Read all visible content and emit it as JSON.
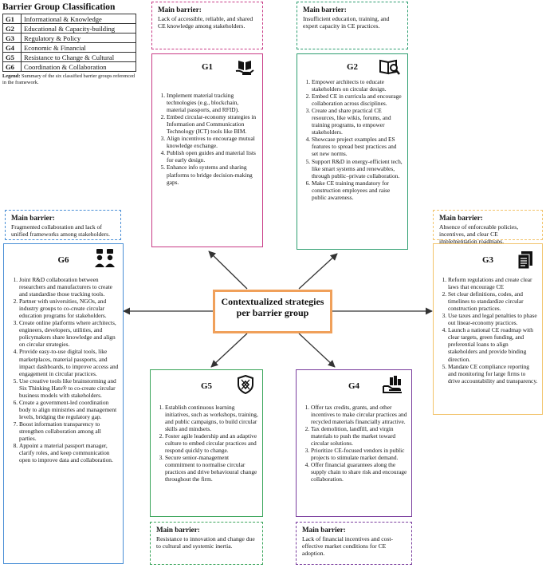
{
  "legend": {
    "title": "Barrier Group Classification",
    "rows": [
      {
        "code": "G1",
        "name": "Informational & Knowledge"
      },
      {
        "code": "G2",
        "name": "Educational & Capacity-building"
      },
      {
        "code": "G3",
        "name": "Regulatory & Policy"
      },
      {
        "code": "G4",
        "name": "Economic & Financial"
      },
      {
        "code": "G5",
        "name": "Resistance to Change & Cultural"
      },
      {
        "code": "G6",
        "name": "Coordination & Collaboration"
      }
    ],
    "caption_label": "Legend:",
    "caption_text": " Summary of the six classified barrier groups referenced in the framework."
  },
  "center": {
    "label": "Contextualized strategies per barrier group"
  },
  "barrier_heading": "Main barrier:",
  "barriers": {
    "g1": "Lack of accessible, reliable, and shared CE knowledge among stakeholders.",
    "g2": "Insufficient education, training, and expert capacity in CE practices.",
    "g3": "Absence of enforceable policies, incentives, and clear CE implementation roadmaps.",
    "g4": "Lack of financial incentives and cost-effective market conditions for CE adoption.",
    "g5": "Resistance to innovation and change due to cultural and systemic inertia.",
    "g6": "Fragmented collaboration and lack of unified frameworks among stakeholders."
  },
  "groups": {
    "g1": {
      "code": "G1",
      "icon": "book-hand-icon",
      "items": [
        "Implement material tracking technologies (e.g., blockchain, material passports, and RFID).",
        "Embed circular-economy strategies in Information and Communication Technology (ICT) tools like BIM.",
        "Align incentives to encourage mutual knowledge exchange.",
        "Publish open guides and material lists for early design.",
        "Enhance info systems and sharing platforms to bridge decision-making gaps."
      ]
    },
    "g2": {
      "code": "G2",
      "icon": "book-search-icon",
      "items": [
        "Empower architects to educate stakeholders on circular design.",
        "Embed CE in curricula and encourage collaboration across disciplines.",
        "Create and share practical CE resources, like wikis, forums, and training programs, to empower stakeholders.",
        "Showcase project examples and ES features to spread best practices and set new norms.",
        "Support R&D in energy-efficient tech, like smart systems and renewables, through public–private collaboration.",
        "Make CE training mandatory for construction employees and raise public awareness."
      ]
    },
    "g3": {
      "code": "G3",
      "icon": "document-stack-icon",
      "items": [
        "Reform regulations and create clear laws that encourage CE",
        "Set clear definitions, codes, and timelines to standardize circular construction practices.",
        "Use taxes and legal penalties to phase out linear-economy practices.",
        "Launch a national CE roadmap with clear targets, green funding, and preferential loans to align stakeholders and provide binding direction.",
        "Mandate CE compliance reporting and monitoring for large firms to drive accountability and transparency."
      ]
    },
    "g4": {
      "code": "G4",
      "icon": "hand-money-icon",
      "items": [
        "Offer tax credits, grants, and other incentives to make circular practices and recycled materials financially attractive.",
        "Tax demolition, landfill, and virgin materials to push the market toward circular solutions.",
        "Prioritize CE-focused vendors in public projects to stimulate market demand.",
        "Offer financial guarantees along the supply chain to share risk and encourage collaboration."
      ]
    },
    "g5": {
      "code": "G5",
      "icon": "shield-heart-icon",
      "items": [
        "Establish continuous learning initiatives, such as workshops, training, and public campaigns, to build circular skills and mindsets.",
        "Foster agile leadership and an adaptive culture to embed circular practices and respond quickly to change.",
        "Secure senior-management commitment to normalise circular practices and drive behavioural change throughout the firm."
      ]
    },
    "g6": {
      "code": "G6",
      "icon": "people-talk-icon",
      "items": [
        "Joint R&D collaboration between researchers and manufacturers to create and standardise those tracking tools.",
        "Partner with universities, NGOs, and industry groups to co-create circular education programs for stakeholders.",
        "Create online platforms where architects, engineers, developers, utilities, and policymakers share knowledge and align on circular strategies.",
        "Provide easy-to-use digital tools, like marketplaces, material passports, and impact dashboards, to improve access and engagement in circular practices.",
        "Use creative tools like brainstorming and Six Thinking Hats® to co-create circular business models with stakeholders.",
        "Create a government-led coordination body to align ministries and management levels, bridging the regulatory gap.",
        "Boost information transparency to strengthen collaboration among all parties.",
        "Appoint a material passport manager, clarify roles, and keep communication open to improve data and collaboration."
      ]
    }
  },
  "colors": {
    "g1": "#c93b86",
    "g2": "#2e9e70",
    "g3": "#f2c36b",
    "g4": "#7a3d9e",
    "g5": "#3aa55a",
    "g6": "#4a8fd6",
    "center_border": "#f0a05a"
  }
}
